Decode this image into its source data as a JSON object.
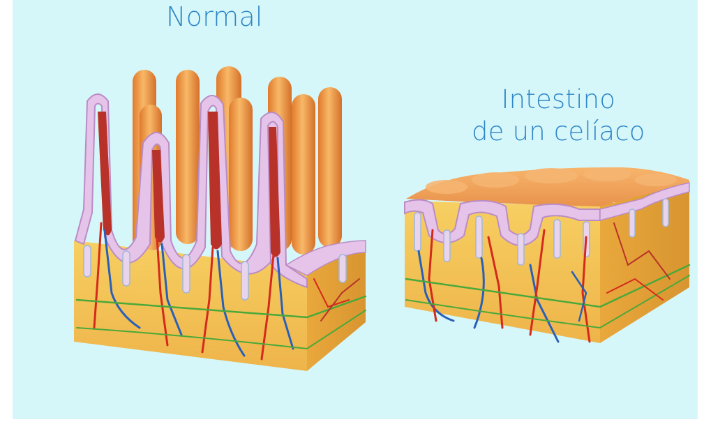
{
  "labels": {
    "normal": "Normal",
    "celiac_line1": "Intestino",
    "celiac_line2": "de un celíaco"
  },
  "colors": {
    "background": "#d6f7fa",
    "label_text": "#2f86c7",
    "villus_orange": "#f5a24e",
    "tissue_yellow": "#f4c45a",
    "mucosa_pink": "#e6c3e8",
    "villus_core_red": "#b8322a",
    "vessel_red": "#d42a1c",
    "vessel_blue": "#2a5fb8",
    "vessel_green": "#4aa83a"
  },
  "figures": [
    {
      "name": "normal-intestine-block",
      "description_visible": false
    },
    {
      "name": "celiac-intestine-block",
      "description_visible": false
    }
  ]
}
